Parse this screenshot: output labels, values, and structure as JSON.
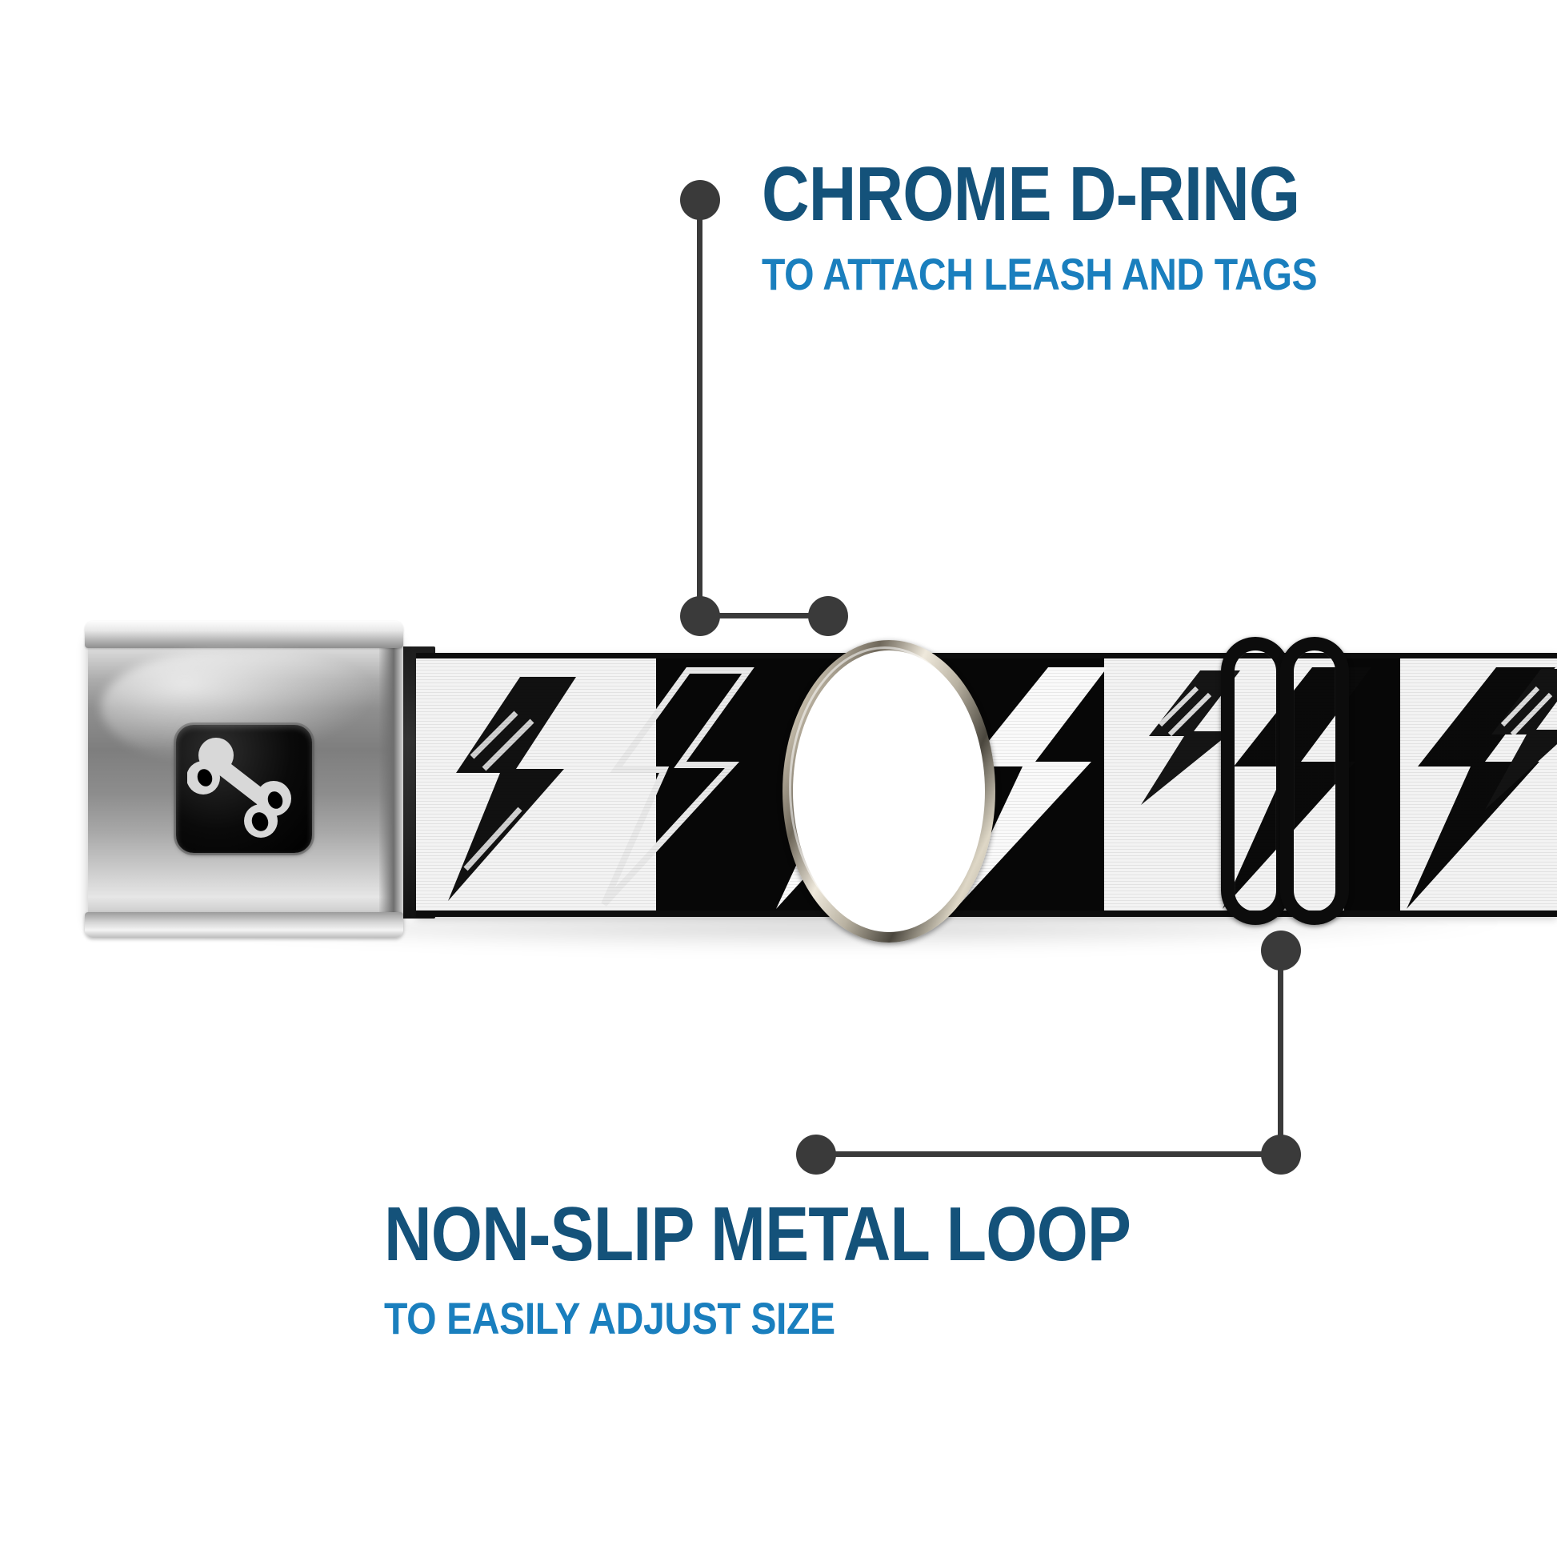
{
  "page": {
    "background_color": "#ffffff",
    "product": "dog collar with seatbelt buckle"
  },
  "colors": {
    "title": "#14527a",
    "subtitle": "#1a7fbe",
    "callout_line": "#3a3a3a",
    "strap_black": "#070707",
    "strap_white": "#f3f3f3",
    "loop_black": "#0c0c0c",
    "chrome_light": "#f2f2f2",
    "chrome_dark": "#7e7e7e"
  },
  "callouts": [
    {
      "id": "chrome-d-ring",
      "title": "CHROME D-RING",
      "subtitle": "TO ATTACH LEASH AND TAGS",
      "target": "d-ring"
    },
    {
      "id": "non-slip-metal-loop",
      "title": "NON-SLIP METAL LOOP",
      "subtitle": "TO EASILY ADJUST SIZE",
      "target": "slider-loop"
    }
  ],
  "product_parts": {
    "buckle": {
      "name": "chrome seatbelt buckle",
      "logo": "dog-bone-icon",
      "logo_color": "#d8d8d8",
      "plate_color": "#000000"
    },
    "strap": {
      "name": "collar strap",
      "pattern": "lightning-bolt",
      "pattern_colors": [
        "#070707",
        "#f3f3f3"
      ]
    },
    "d_ring": {
      "name": "chrome d-ring",
      "finish": "chrome"
    },
    "slider_loop": {
      "name": "non-slip metal loop",
      "finish": "black metal",
      "openings": 2
    }
  }
}
